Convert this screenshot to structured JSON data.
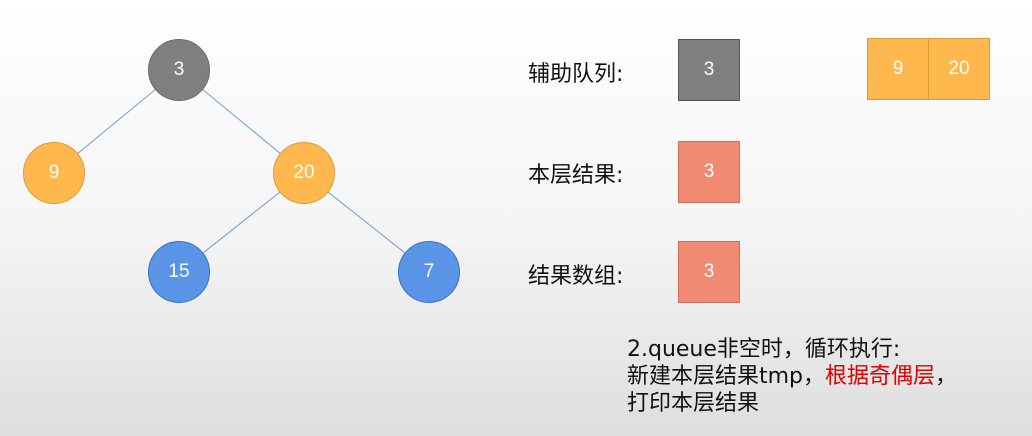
{
  "tree": {
    "nodes": {
      "root": "3",
      "left": "9",
      "right": "20",
      "right_left": "15",
      "right_right": "7"
    }
  },
  "panel": {
    "queue_label": "辅助队列:",
    "queue_current": "3",
    "queue_pending": [
      "9",
      "20"
    ],
    "level_label": "本层结果:",
    "level_value": "3",
    "result_label": "结果数组:",
    "result_value": "3"
  },
  "note": {
    "line1": "2.queue非空时，循环执行:",
    "line2_black": "新建本层结果tmp，",
    "line2_red": "根据奇偶层",
    "line2_end": "，",
    "line3": "打印本层结果"
  },
  "colors": {
    "gray_node": "#7f7f7f",
    "orange_node": "#ffb84d",
    "blue_node": "#5a94e6",
    "salmon_box": "#f08a72",
    "edge": "#6f9ad8",
    "highlight_text": "#e00000"
  }
}
